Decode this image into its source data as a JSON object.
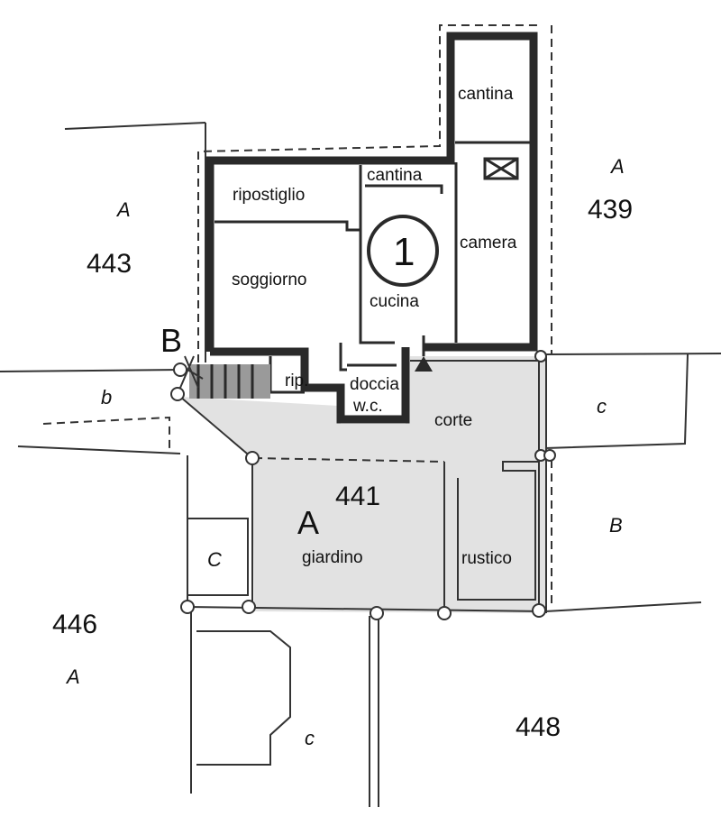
{
  "rooms": {
    "cantina_top": "cantina",
    "cantina_mid": "cantina",
    "ripostiglio": "ripostiglio",
    "camera": "camera",
    "soggiorno": "soggiorno",
    "cucina": "cucina",
    "unit_number": "1",
    "rip": "rip.",
    "doccia": "doccia",
    "wc": "w.c.",
    "corte": "corte",
    "giardino": "giardino",
    "rustico": "rustico"
  },
  "parcels": {
    "p443": "443",
    "p439": "439",
    "p441": "441",
    "p446": "446",
    "p448": "448"
  },
  "sub_labels": {
    "a_443": "A",
    "a_439": "A",
    "a_441": "A",
    "a_446": "A",
    "b_main": "B",
    "b_small": "b",
    "b_right": "B",
    "c_right": "c",
    "c_left": "C",
    "c_bottom": "c"
  },
  "colors": {
    "shaded": "#e2e2e2",
    "wall": "#2a2a2a"
  }
}
